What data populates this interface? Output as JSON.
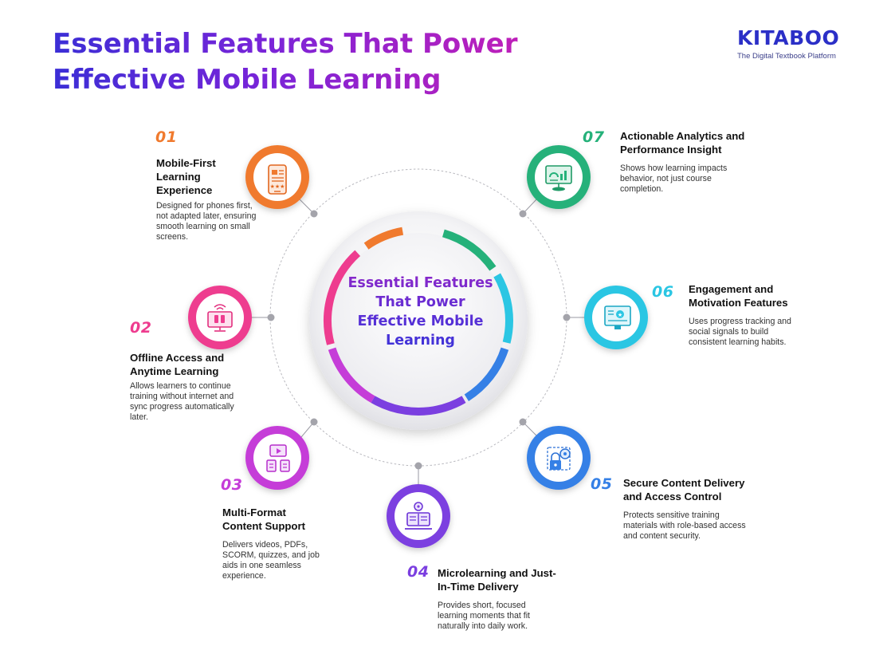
{
  "header": {
    "title_line1": "Essential Features That Power",
    "title_line2": "Effective Mobile Learning"
  },
  "brand": {
    "name": "KITABOO",
    "tagline": "The Digital Textbook Platform"
  },
  "center": {
    "label": "Essential Features That Power Effective Mobile Learning"
  },
  "features": [
    {
      "number": "01",
      "title": "Mobile-First Learning Experience",
      "description": "Designed for phones first, not adapted later, ensuring smooth learning on small screens.",
      "icon": "mobile-screen-icon",
      "color": "#f07a2e"
    },
    {
      "number": "02",
      "title": "Offline Access and Anytime Learning",
      "description": "Allows learners to continue training without internet and sync progress automatically later.",
      "icon": "offline-monitor-icon",
      "color": "#ee3c8f"
    },
    {
      "number": "03",
      "title": "Multi-Format Content Support",
      "description": "Delivers videos, PDFs, SCORM, quizzes, and job aids in one seamless experience.",
      "icon": "multi-format-icon",
      "color": "#c53dd8"
    },
    {
      "number": "04",
      "title": "Microlearning and Just-In-Time Delivery",
      "description": "Provides short, focused learning moments that fit naturally into daily work.",
      "icon": "microlearning-book-icon",
      "color": "#7b3fe0"
    },
    {
      "number": "05",
      "title": "Secure Content Delivery and Access Control",
      "description": "Protects sensitive training materials with role-based access and content security.",
      "icon": "secure-lock-icon",
      "color": "#3580e6"
    },
    {
      "number": "06",
      "title": "Engagement and Motivation Features",
      "description": "Uses progress tracking and social signals to build consistent learning habits.",
      "icon": "engagement-award-icon",
      "color": "#2bc6e3"
    },
    {
      "number": "07",
      "title": "Actionable Analytics and Performance Insight",
      "description": "Shows how learning impacts behavior, not just course completion.",
      "icon": "analytics-dashboard-icon",
      "color": "#25b17a"
    }
  ]
}
